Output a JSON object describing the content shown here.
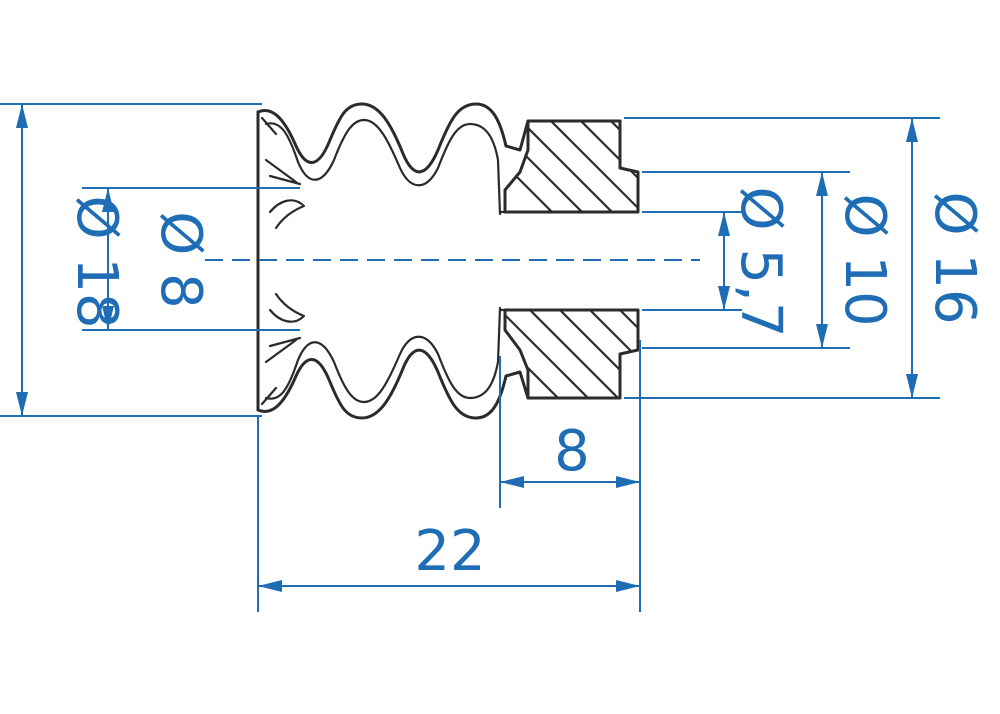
{
  "dimensions": {
    "outer_diameter": "Ø 18",
    "inner_diameter": "Ø 8",
    "hole_diameter": "Ø 5,7",
    "neck_diameter": "Ø 10",
    "collar_diameter": "Ø 16",
    "collar_length": "8",
    "total_length": "22"
  },
  "colors": {
    "dimension": "#1f6db5",
    "outline": "#2b2b2b",
    "background": "#ffffff"
  }
}
